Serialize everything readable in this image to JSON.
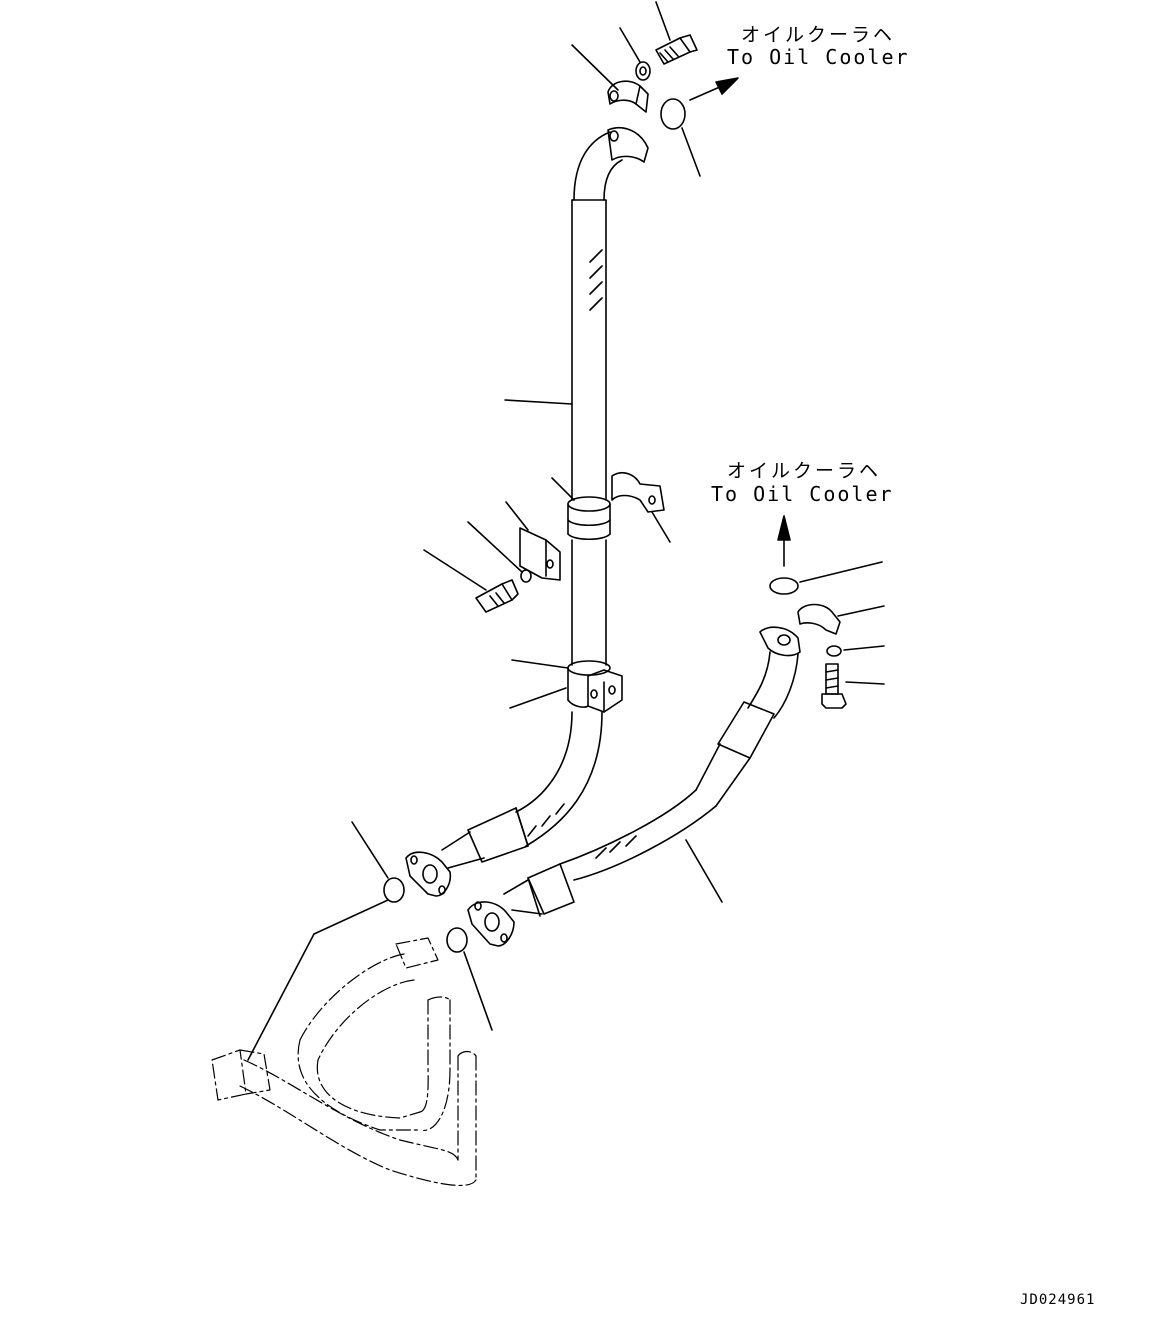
{
  "labels": {
    "top_jp": "オイルクーラヘ",
    "top_en": "To Oil Cooler",
    "mid_jp": "オイルクーラヘ",
    "mid_en": "To Oil Cooler",
    "drawing_code": "JD024961"
  }
}
